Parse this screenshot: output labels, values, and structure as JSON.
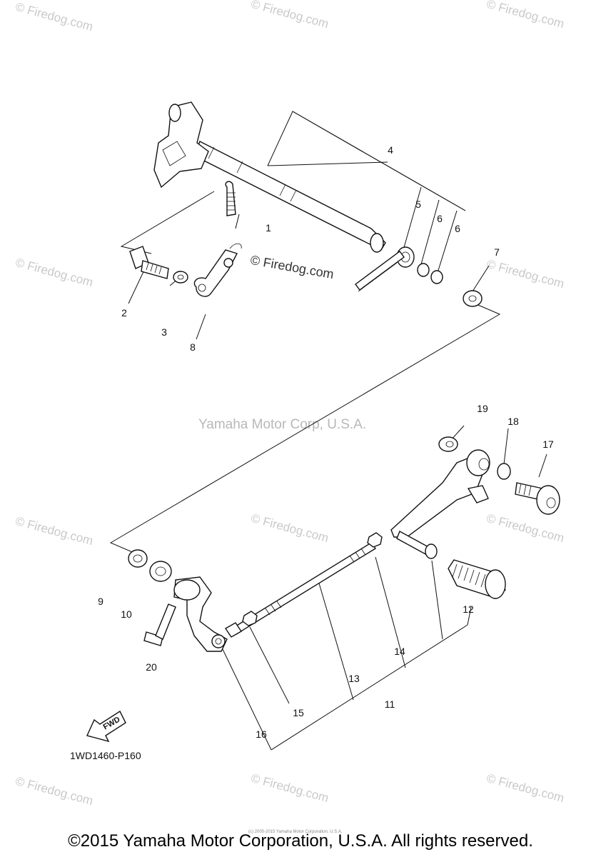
{
  "watermarks": {
    "tile_text": "© Firedog.com",
    "center_text": "Yamaha Motor Corp, U.S.A.",
    "inline_text": "© Firedog.com"
  },
  "callouts": [
    "1",
    "2",
    "3",
    "4",
    "5",
    "6",
    "6",
    "7",
    "8",
    "9",
    "10",
    "11",
    "12",
    "13",
    "14",
    "15",
    "16",
    "17",
    "18",
    "19",
    "20"
  ],
  "part_code": "1WD1460-P160",
  "fwd_label": "FWD",
  "tiny_copyright": "(c) 2005-2015 Yamaha Motor Corporation, U.S.A.",
  "footer": "©2015 Yamaha Motor Corporation, U.S.A. All rights reserved."
}
